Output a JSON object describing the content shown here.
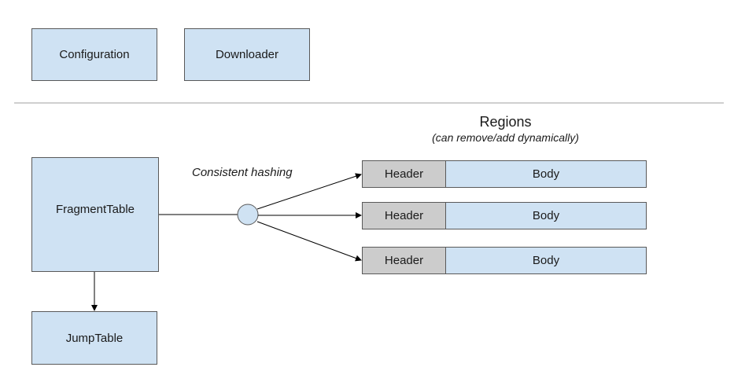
{
  "top": {
    "configuration": "Configuration",
    "downloader": "Downloader"
  },
  "fragment_table": "FragmentTable",
  "jump_table": "JumpTable",
  "hashing_label": "Consistent hashing",
  "regions": {
    "title": "Regions",
    "subtitle": "(can remove/add dynamically)",
    "items": [
      {
        "header": "Header",
        "body": "Body"
      },
      {
        "header": "Header",
        "body": "Body"
      },
      {
        "header": "Header",
        "body": "Body"
      }
    ]
  },
  "colors": {
    "box_fill": "#cfe2f3",
    "header_fill": "#cccccc",
    "stroke": "#595959"
  }
}
